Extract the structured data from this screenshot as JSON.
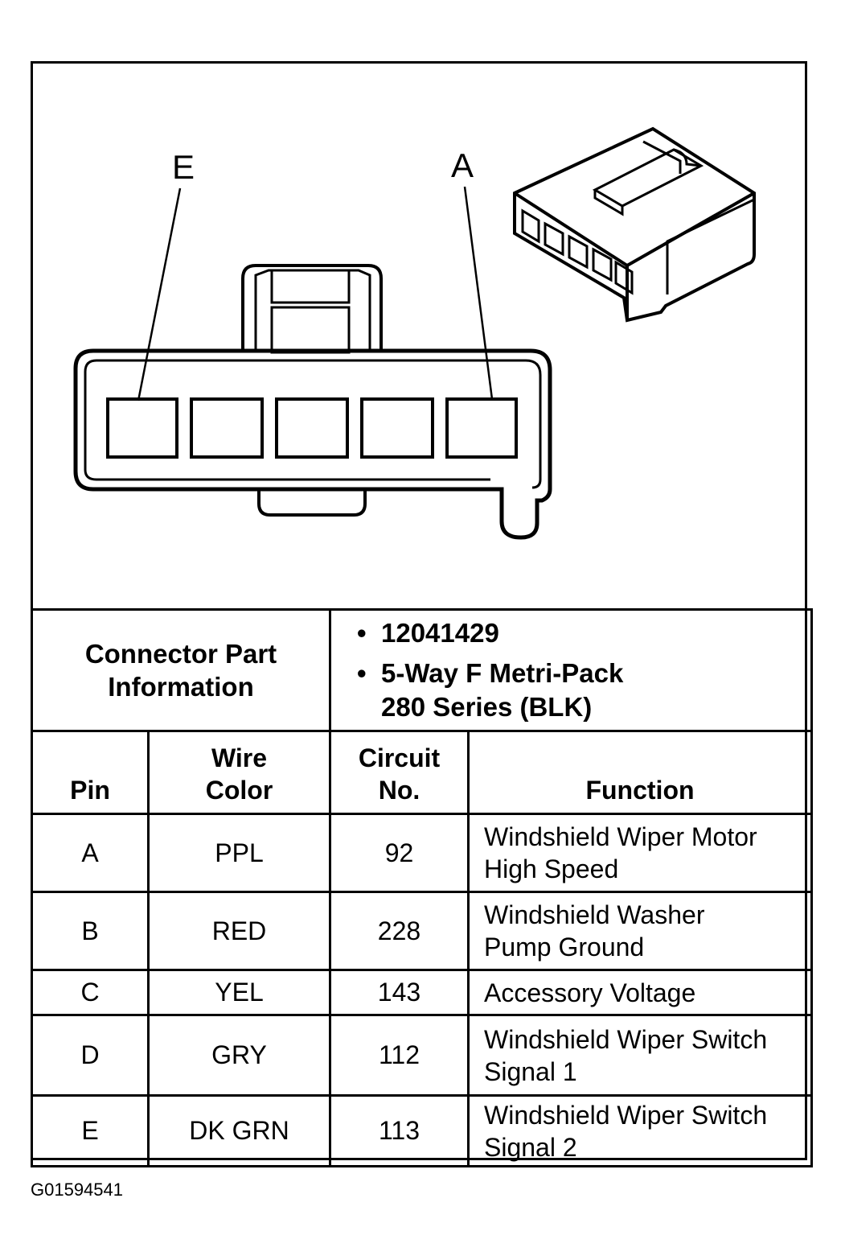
{
  "diagram": {
    "pin_labels": {
      "left": "E",
      "right": "A"
    }
  },
  "connector_info": {
    "label": "Connector Part Information",
    "part_number": "12041429",
    "description_line1": "5-Way F Metri-Pack",
    "description_line2": "280 Series (BLK)"
  },
  "table": {
    "headers": {
      "pin": "Pin",
      "wire_color_1": "Wire",
      "wire_color_2": "Color",
      "circuit_1": "Circuit",
      "circuit_2": "No.",
      "function": "Function"
    },
    "rows": [
      {
        "pin": "A",
        "wire_color": "PPL",
        "circuit": "92",
        "function_1": "Windshield Wiper Motor",
        "function_2": "High Speed"
      },
      {
        "pin": "B",
        "wire_color": "RED",
        "circuit": "228",
        "function_1": "Windshield Washer",
        "function_2": "Pump Ground"
      },
      {
        "pin": "C",
        "wire_color": "YEL",
        "circuit": "143",
        "function_1": "Accessory Voltage",
        "function_2": ""
      },
      {
        "pin": "D",
        "wire_color": "GRY",
        "circuit": "112",
        "function_1": "Windshield Wiper Switch",
        "function_2": "Signal 1"
      },
      {
        "pin": "E",
        "wire_color": "DK GRN",
        "circuit": "113",
        "function_1": "Windshield Wiper Switch",
        "function_2": "Signal 2"
      }
    ]
  },
  "figure_code": "G01594541"
}
